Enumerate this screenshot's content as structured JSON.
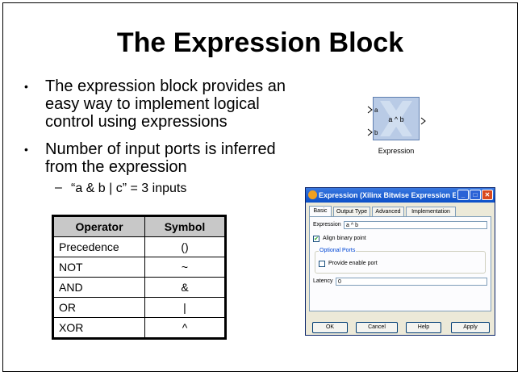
{
  "slide": {
    "title": "The Expression Block",
    "bullets": [
      "The expression block provides an easy way to implement logical control using expressions",
      "Number of input ports is inferred from the expression"
    ],
    "sub_bullet": "“a & b | c” = 3 inputs",
    "bullet_marker": "•",
    "sub_marker": "–"
  },
  "table": {
    "headers": [
      "Operator",
      "Symbol"
    ],
    "rows": [
      [
        "Precedence",
        "()"
      ],
      [
        "NOT",
        "~"
      ],
      [
        "AND",
        "&"
      ],
      [
        "OR",
        "|"
      ],
      [
        "XOR",
        "^"
      ]
    ]
  },
  "block": {
    "expr": "a ^ b",
    "port_a": "a",
    "port_b": "b",
    "caption": "Expression"
  },
  "dialog": {
    "title": "Expression (Xilinx Bitwise Expression Ev...",
    "tabs": [
      "Basic",
      "Output Type",
      "Advanced",
      "Implementation"
    ],
    "expression_label": "Expression",
    "expression_value": "a ^ b",
    "align_label": "Align binary point",
    "optional_ports_label": "Optional Ports",
    "enable_port_label": "Provide enable port",
    "latency_label": "Latency",
    "latency_value": "0",
    "buttons": [
      "OK",
      "Cancel",
      "Help",
      "Apply"
    ],
    "window_buttons": [
      "_",
      "□",
      "✕"
    ]
  }
}
